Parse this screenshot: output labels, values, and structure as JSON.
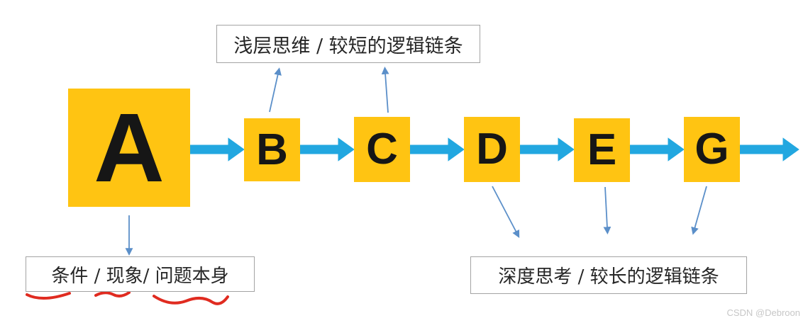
{
  "diagram": {
    "nodes": [
      {
        "id": "A",
        "label": "A",
        "role": "start"
      },
      {
        "id": "B",
        "label": "B"
      },
      {
        "id": "C",
        "label": "C"
      },
      {
        "id": "D",
        "label": "D"
      },
      {
        "id": "E",
        "label": "E"
      },
      {
        "id": "G",
        "label": "G"
      }
    ],
    "labels": {
      "top": "浅层思维 / 较短的逻辑链条",
      "bottom_left": "条件 / 现象/ 问题本身",
      "bottom_right": "深度思考 / 较长的逻辑链条"
    },
    "colors": {
      "node_fill": "#FFC412",
      "flow_arrow": "#22A7E0",
      "connector": "#5B8FC9",
      "annotation_red": "#E02B20",
      "label_border": "#A3A3A3",
      "text": "#262626"
    },
    "watermark": "CSDN @Debroon"
  }
}
